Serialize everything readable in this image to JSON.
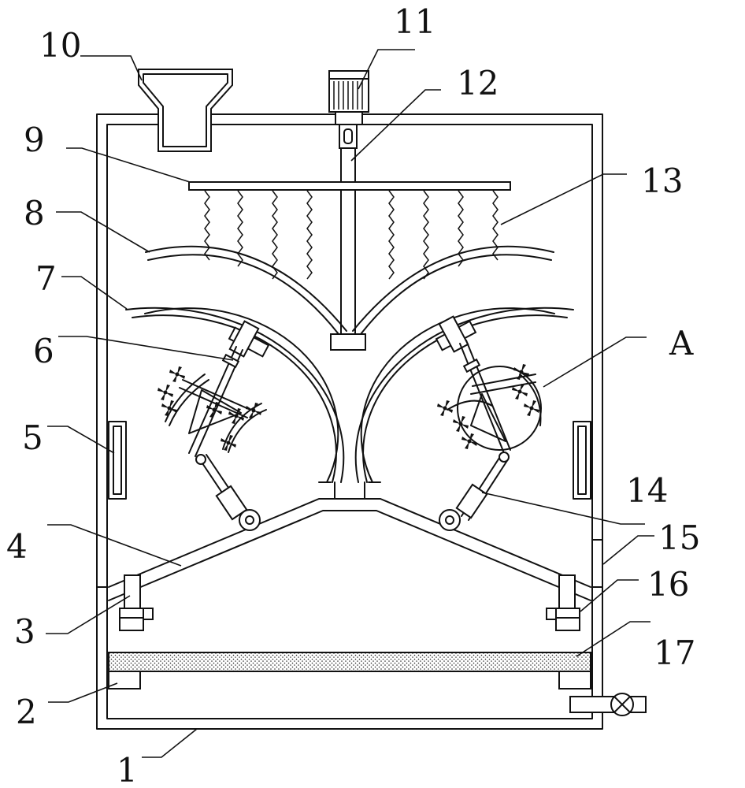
{
  "labels": {
    "l1": "1",
    "l2": "2",
    "l3": "3",
    "l4": "4",
    "l5": "5",
    "l6": "6",
    "l7": "7",
    "l8": "8",
    "l9": "9",
    "l10": "10",
    "l11": "11",
    "l12": "12",
    "l13": "13",
    "l14": "14",
    "l15": "15",
    "l16": "16",
    "l17": "17",
    "lA": "A"
  },
  "colors": {
    "line": "#111111",
    "background": "#ffffff"
  }
}
